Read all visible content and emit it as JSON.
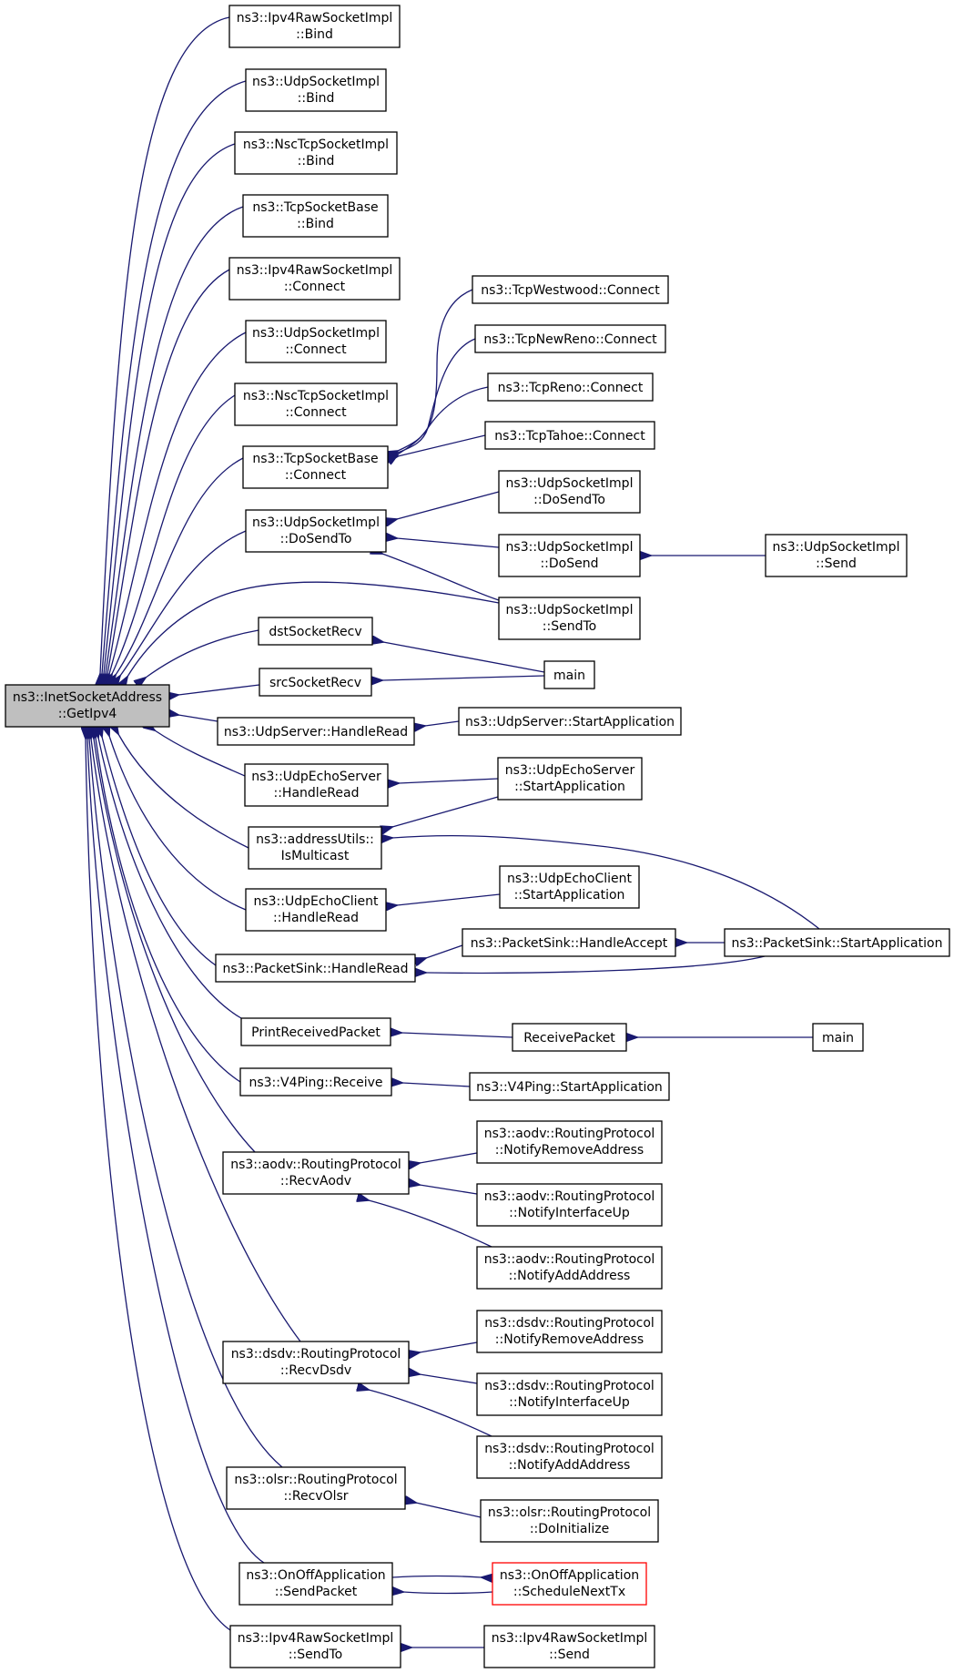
{
  "colors": {
    "edge": "#191970",
    "root_fill": "#bfbfbf",
    "highlight_border": "#ff0000"
  },
  "nodes": {
    "root": [
      "ns3::InetSocketAddress",
      "::GetIpv4"
    ],
    "ipv4raw_bind": [
      "ns3::Ipv4RawSocketImpl",
      "::Bind"
    ],
    "udp_bind": [
      "ns3::UdpSocketImpl",
      "::Bind"
    ],
    "nsc_bind": [
      "ns3::NscTcpSocketImpl",
      "::Bind"
    ],
    "tcpbase_bind": [
      "ns3::TcpSocketBase",
      "::Bind"
    ],
    "ipv4raw_connect": [
      "ns3::Ipv4RawSocketImpl",
      "::Connect"
    ],
    "udp_connect": [
      "ns3::UdpSocketImpl",
      "::Connect"
    ],
    "nsc_connect": [
      "ns3::NscTcpSocketImpl",
      "::Connect"
    ],
    "tcpbase_connect": [
      "ns3::TcpSocketBase",
      "::Connect"
    ],
    "udp_dosendto": [
      "ns3::UdpSocketImpl",
      "::DoSendTo"
    ],
    "dst_recv": [
      "dstSocketRecv"
    ],
    "src_recv": [
      "srcSocketRecv"
    ],
    "udpserver_handleread": [
      "ns3::UdpServer::HandleRead"
    ],
    "udpecho_server_handleread": [
      "ns3::UdpEchoServer",
      "::HandleRead"
    ],
    "addr_ismulticast": [
      "ns3::addressUtils::",
      "IsMulticast"
    ],
    "udpecho_client_handleread": [
      "ns3::UdpEchoClient",
      "::HandleRead"
    ],
    "packetsink_handleread": [
      "ns3::PacketSink::HandleRead"
    ],
    "print_received": [
      "PrintReceivedPacket"
    ],
    "v4ping_receive": [
      "ns3::V4Ping::Receive"
    ],
    "aodv_recv": [
      "ns3::aodv::RoutingProtocol",
      "::RecvAodv"
    ],
    "dsdv_recv": [
      "ns3::dsdv::RoutingProtocol",
      "::RecvDsdv"
    ],
    "olsr_recv": [
      "ns3::olsr::RoutingProtocol",
      "::RecvOlsr"
    ],
    "onoff_sendpacket": [
      "ns3::OnOffApplication",
      "::SendPacket"
    ],
    "ipv4raw_sendto": [
      "ns3::Ipv4RawSocketImpl",
      "::SendTo"
    ],
    "tcpwestwood_connect": [
      "ns3::TcpWestwood::Connect"
    ],
    "tcpnewreno_connect": [
      "ns3::TcpNewReno::Connect"
    ],
    "tcpreno_connect": [
      "ns3::TcpReno::Connect"
    ],
    "tcptahoe_connect": [
      "ns3::TcpTahoe::Connect"
    ],
    "udp_dosendto2": [
      "ns3::UdpSocketImpl",
      "::DoSendTo"
    ],
    "udp_dosend": [
      "ns3::UdpSocketImpl",
      "::DoSend"
    ],
    "udp_sendto": [
      "ns3::UdpSocketImpl",
      "::SendTo"
    ],
    "udp_send": [
      "ns3::UdpSocketImpl",
      "::Send"
    ],
    "main1": [
      "main"
    ],
    "udpserver_start": [
      "ns3::UdpServer::StartApplication"
    ],
    "udpecho_server_start": [
      "ns3::UdpEchoServer",
      "::StartApplication"
    ],
    "udpecho_client_start": [
      "ns3::UdpEchoClient",
      "::StartApplication"
    ],
    "packetsink_accept": [
      "ns3::PacketSink::HandleAccept"
    ],
    "packetsink_start": [
      "ns3::PacketSink::StartApplication"
    ],
    "receive_packet": [
      "ReceivePacket"
    ],
    "main2": [
      "main"
    ],
    "v4ping_start": [
      "ns3::V4Ping::StartApplication"
    ],
    "aodv_notify_remove": [
      "ns3::aodv::RoutingProtocol",
      "::NotifyRemoveAddress"
    ],
    "aodv_notify_up": [
      "ns3::aodv::RoutingProtocol",
      "::NotifyInterfaceUp"
    ],
    "aodv_notify_add": [
      "ns3::aodv::RoutingProtocol",
      "::NotifyAddAddress"
    ],
    "dsdv_notify_remove": [
      "ns3::dsdv::RoutingProtocol",
      "::NotifyRemoveAddress"
    ],
    "dsdv_notify_up": [
      "ns3::dsdv::RoutingProtocol",
      "::NotifyInterfaceUp"
    ],
    "dsdv_notify_add": [
      "ns3::dsdv::RoutingProtocol",
      "::NotifyAddAddress"
    ],
    "olsr_doinit": [
      "ns3::olsr::RoutingProtocol",
      "::DoInitialize"
    ],
    "onoff_schedule": [
      "ns3::OnOffApplication",
      "::ScheduleNextTx"
    ],
    "ipv4raw_send": [
      "ns3::Ipv4RawSocketImpl",
      "::Send"
    ]
  },
  "edges": [
    [
      "ipv4raw_bind",
      "root"
    ],
    [
      "udp_bind",
      "root"
    ],
    [
      "nsc_bind",
      "root"
    ],
    [
      "tcpbase_bind",
      "root"
    ],
    [
      "ipv4raw_connect",
      "root"
    ],
    [
      "udp_connect",
      "root"
    ],
    [
      "nsc_connect",
      "root"
    ],
    [
      "tcpbase_connect",
      "root"
    ],
    [
      "udp_dosendto",
      "root"
    ],
    [
      "udp_sendto",
      "root"
    ],
    [
      "dst_recv",
      "root"
    ],
    [
      "src_recv",
      "root"
    ],
    [
      "udpserver_handleread",
      "root"
    ],
    [
      "udpecho_server_handleread",
      "root"
    ],
    [
      "addr_ismulticast",
      "root"
    ],
    [
      "udpecho_client_handleread",
      "root"
    ],
    [
      "packetsink_handleread",
      "root"
    ],
    [
      "print_received",
      "root"
    ],
    [
      "v4ping_receive",
      "root"
    ],
    [
      "aodv_recv",
      "root"
    ],
    [
      "dsdv_recv",
      "root"
    ],
    [
      "olsr_recv",
      "root"
    ],
    [
      "onoff_sendpacket",
      "root"
    ],
    [
      "ipv4raw_sendto",
      "root"
    ],
    [
      "tcpwestwood_connect",
      "tcpbase_connect"
    ],
    [
      "tcpnewreno_connect",
      "tcpbase_connect"
    ],
    [
      "tcpreno_connect",
      "tcpbase_connect"
    ],
    [
      "tcptahoe_connect",
      "tcpbase_connect"
    ],
    [
      "udp_dosendto2",
      "udp_dosendto"
    ],
    [
      "udp_dosend",
      "udp_dosendto"
    ],
    [
      "udp_sendto",
      "udp_dosendto"
    ],
    [
      "udp_send",
      "udp_dosend"
    ],
    [
      "main1",
      "dst_recv"
    ],
    [
      "main1",
      "src_recv"
    ],
    [
      "udpserver_start",
      "udpserver_handleread"
    ],
    [
      "udpecho_server_start",
      "udpecho_server_handleread"
    ],
    [
      "udpecho_server_start",
      "addr_ismulticast"
    ],
    [
      "packetsink_start",
      "addr_ismulticast"
    ],
    [
      "udpecho_client_start",
      "udpecho_client_handleread"
    ],
    [
      "packetsink_accept",
      "packetsink_handleread"
    ],
    [
      "packetsink_start",
      "packetsink_handleread"
    ],
    [
      "packetsink_start",
      "packetsink_accept"
    ],
    [
      "receive_packet",
      "print_received"
    ],
    [
      "main2",
      "receive_packet"
    ],
    [
      "v4ping_start",
      "v4ping_receive"
    ],
    [
      "aodv_notify_remove",
      "aodv_recv"
    ],
    [
      "aodv_notify_up",
      "aodv_recv"
    ],
    [
      "aodv_notify_add",
      "aodv_recv"
    ],
    [
      "dsdv_notify_remove",
      "dsdv_recv"
    ],
    [
      "dsdv_notify_up",
      "dsdv_recv"
    ],
    [
      "dsdv_notify_add",
      "dsdv_recv"
    ],
    [
      "olsr_doinit",
      "olsr_recv"
    ],
    [
      "onoff_sendpacket",
      "onoff_schedule"
    ],
    [
      "onoff_schedule",
      "onoff_sendpacket"
    ],
    [
      "ipv4raw_send",
      "ipv4raw_sendto"
    ]
  ]
}
